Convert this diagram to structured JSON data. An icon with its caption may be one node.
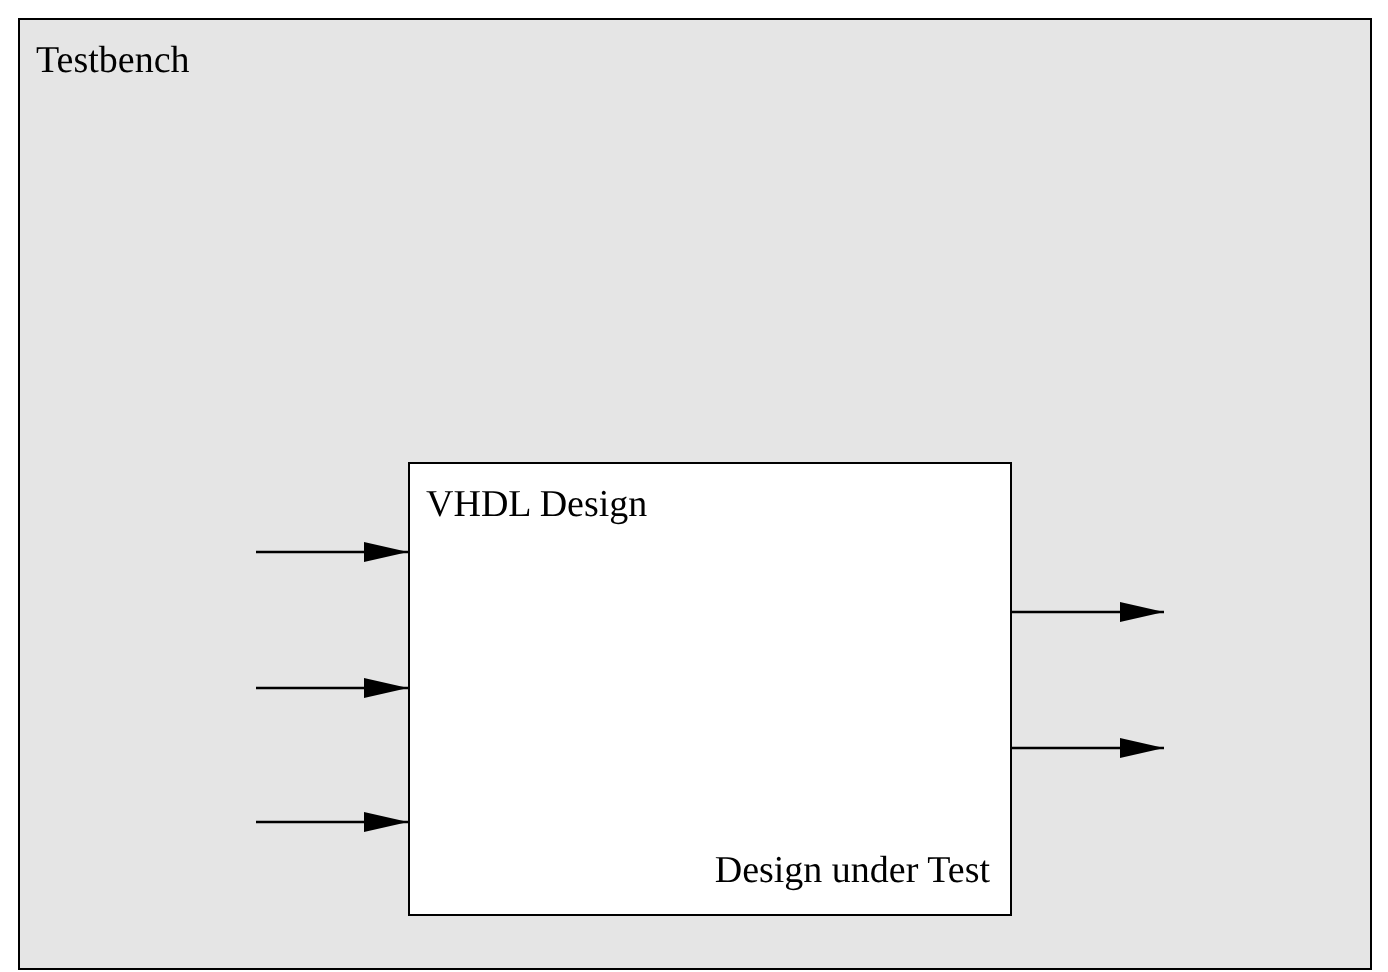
{
  "diagram": {
    "nodes": [
      {
        "text": [
          "Testbench"
        ]
      },
      {
        "text": [
          "VHDL Design",
          "Design under Test"
        ],
        "in": 0
      }
    ],
    "edges": [
      {
        "from": null,
        "to": 1,
        "arrow": "to"
      },
      {
        "from": null,
        "to": 1,
        "arrow": "to"
      },
      {
        "from": null,
        "to": 1,
        "arrow": "to"
      },
      {
        "from": 1,
        "to": null,
        "arrow": "to"
      },
      {
        "from": 1,
        "to": null,
        "arrow": "to"
      }
    ]
  }
}
